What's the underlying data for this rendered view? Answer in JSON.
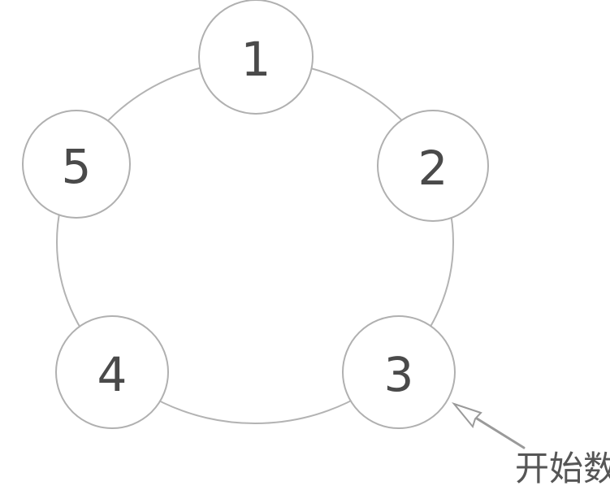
{
  "nodes": [
    {
      "label": "1"
    },
    {
      "label": "2"
    },
    {
      "label": "3"
    },
    {
      "label": "4"
    },
    {
      "label": "5"
    }
  ],
  "annotation": {
    "label": "开始数"
  },
  "colors": {
    "ring_stroke": "#b3b3b3",
    "node_stroke": "#b0b0b0",
    "node_fill": "#ffffff",
    "number_text": "#4a4a4a",
    "arrow": "#9a9a9a",
    "annotation_text": "#565656",
    "background": "#ffffff"
  }
}
